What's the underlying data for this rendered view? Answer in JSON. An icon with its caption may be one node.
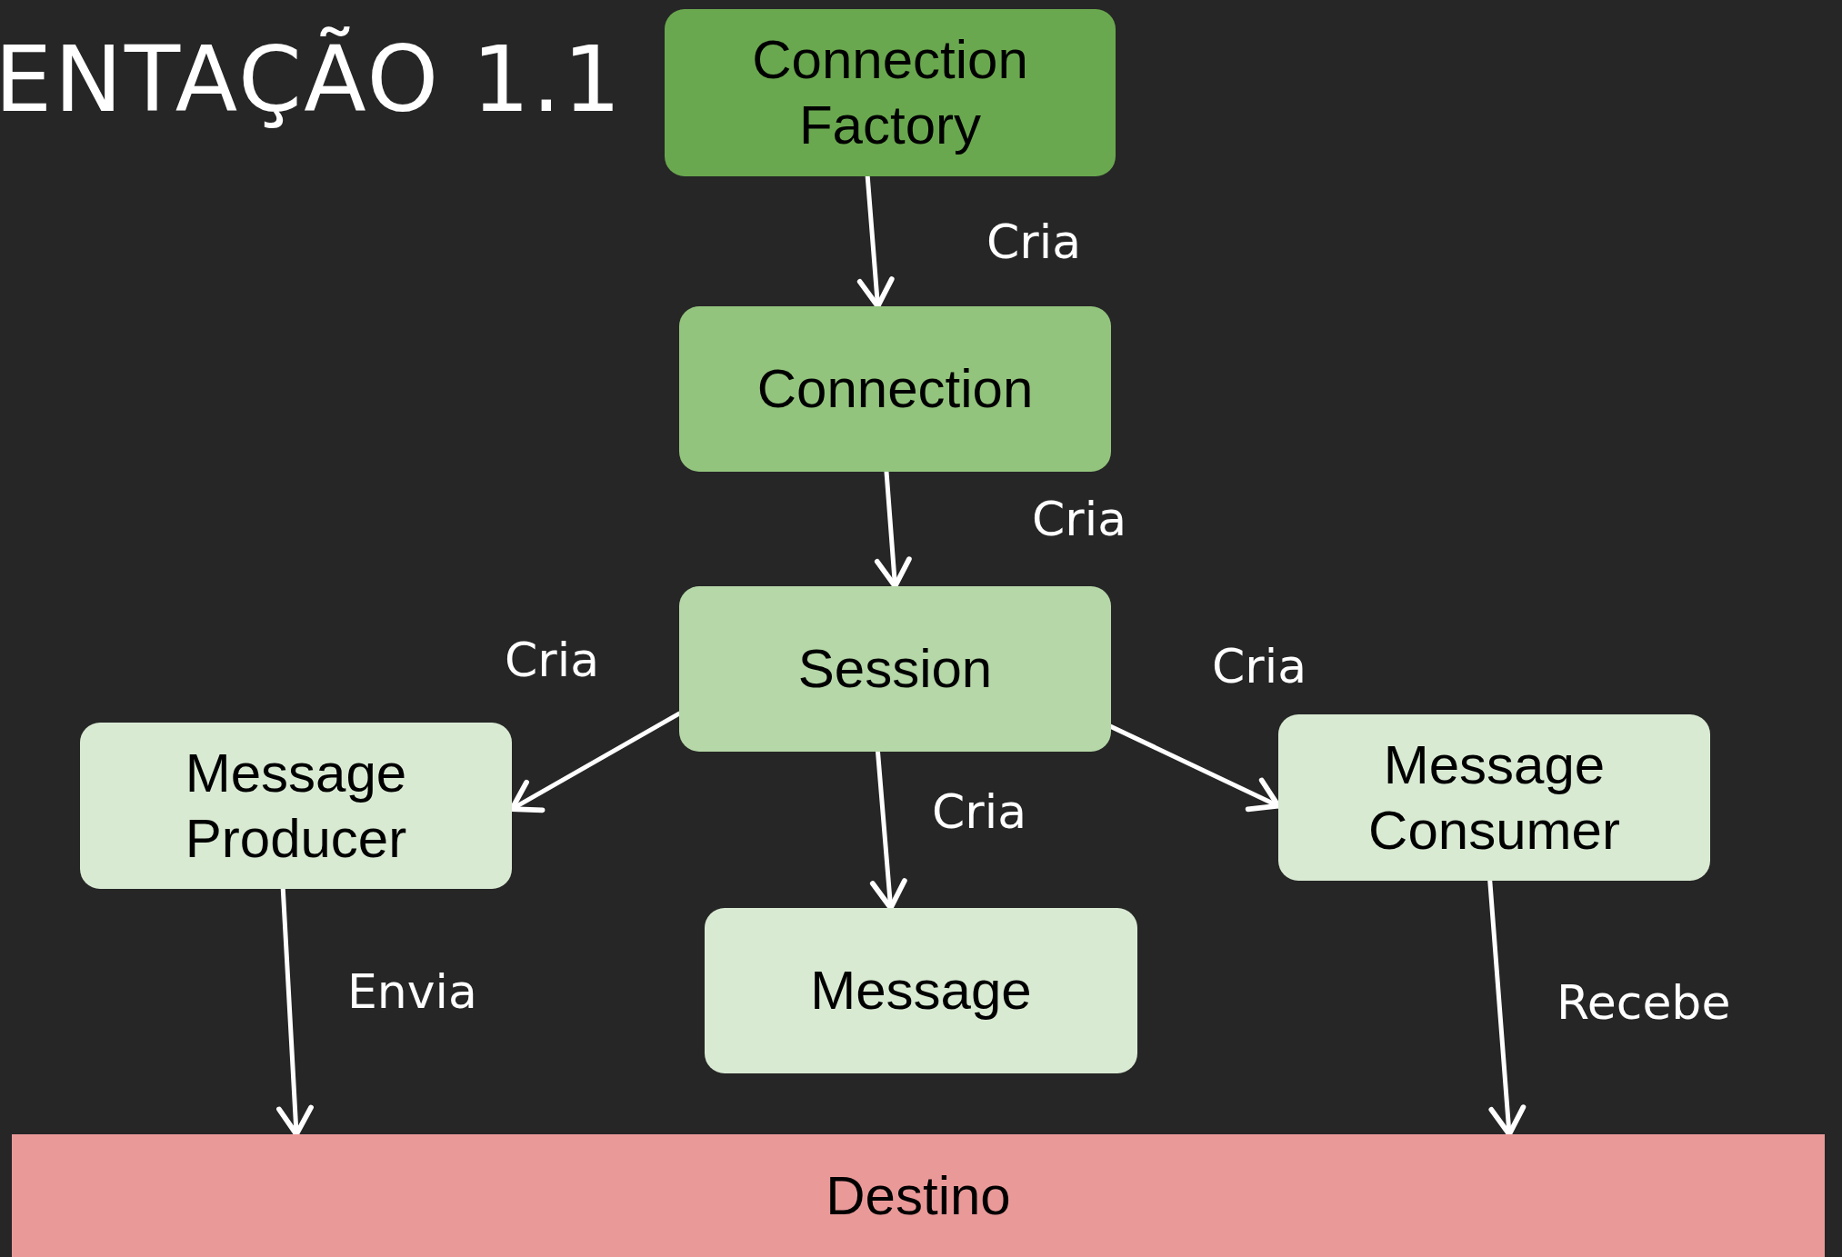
{
  "diagram": {
    "title": "ENTAÇÃO 1.1",
    "nodes": [
      {
        "text": [
          "Connection Factory"
        ]
      },
      {
        "text": [
          "Connection"
        ]
      },
      {
        "text": [
          "Session"
        ]
      },
      {
        "text": [
          "Message Producer"
        ]
      },
      {
        "text": [
          "Message Consumer"
        ]
      },
      {
        "text": [
          "Message"
        ]
      },
      {
        "text": [
          "Destino"
        ]
      }
    ],
    "edges": [
      {
        "from": 0,
        "to": 1,
        "arrow": "to",
        "label": "Cria"
      },
      {
        "from": 1,
        "to": 2,
        "arrow": "to",
        "label": "Cria"
      },
      {
        "from": 2,
        "to": 3,
        "arrow": "to",
        "label": "Cria"
      },
      {
        "from": 2,
        "to": 4,
        "arrow": "to",
        "label": "Cria"
      },
      {
        "from": 2,
        "to": 5,
        "arrow": "to",
        "label": "Cria"
      },
      {
        "from": 3,
        "to": 6,
        "arrow": "to",
        "label": "Envia"
      },
      {
        "from": 4,
        "to": 6,
        "arrow": "to",
        "label": "Recebe"
      }
    ]
  }
}
